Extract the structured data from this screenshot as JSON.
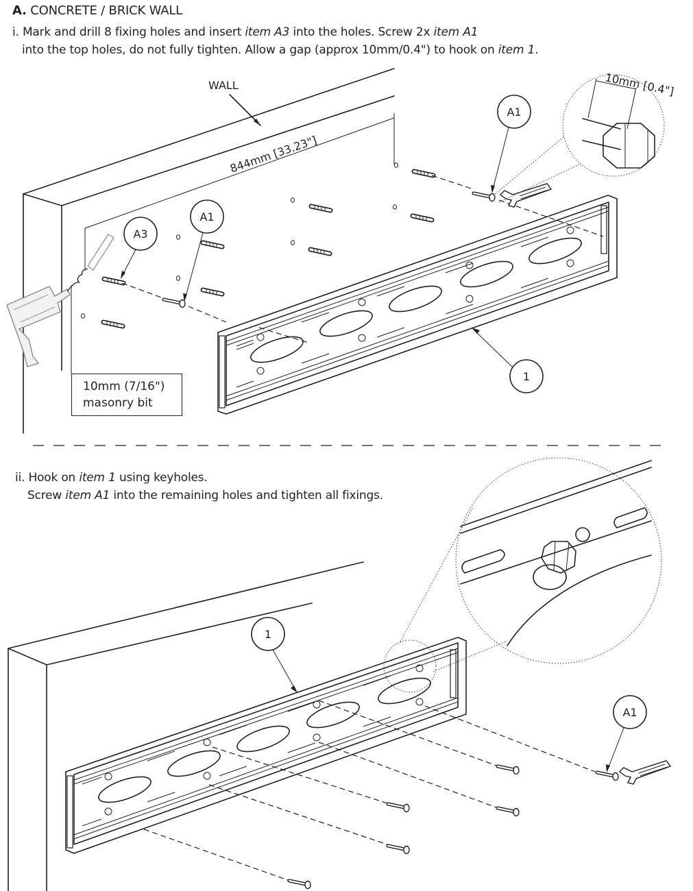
{
  "section": {
    "prefix": "A.",
    "title": "CONCRETE / BRICK WALL"
  },
  "step1": {
    "num": "i.",
    "t1": "Mark and drill 8 fixing holes and insert ",
    "i1": "item A3",
    "t2": " into the holes. Screw 2x ",
    "i2": "item A1",
    "t3": "into the top holes, do not fully tighten. Allow a gap (approx 10mm/0.4\") to hook on ",
    "i3": "item 1",
    "t4": "."
  },
  "step2": {
    "num": "ii.",
    "t1": "Hook on ",
    "i1": "item 1",
    "t2": " using keyholes.",
    "t3": "Screw ",
    "i2": "item A1",
    "t4": " into the remaining holes and tighten all fixings."
  },
  "labels": {
    "wall": "WALL",
    "span": "844mm [33.23\"]",
    "gap": "10mm [0.4\"]",
    "bit_line1": "10mm (7/16\")",
    "bit_line2": "masonry bit"
  },
  "callouts": {
    "a1_top": "A1",
    "a1_left": "A1",
    "a3": "A3",
    "item1_top": "1",
    "item1_bottom": "1",
    "a1_bottom": "A1"
  }
}
